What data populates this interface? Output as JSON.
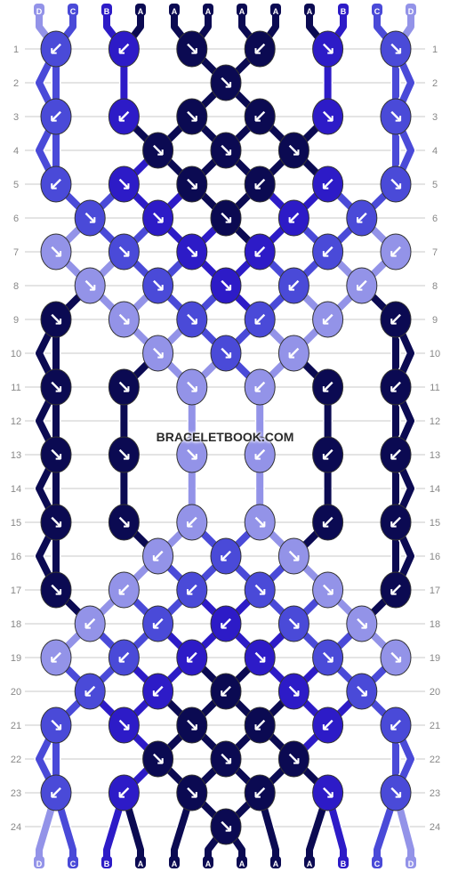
{
  "watermark": "BRACELETBOOK.COM",
  "strand_labels_top": [
    "D",
    "C",
    "B",
    "A",
    "A",
    "A",
    "A",
    "A",
    "A",
    "B",
    "C",
    "D"
  ],
  "strand_labels_bottom": [
    "D",
    "C",
    "B",
    "A",
    "A",
    "A",
    "A",
    "A",
    "A",
    "B",
    "C",
    "D"
  ],
  "row_numbers": [
    "1",
    "2",
    "3",
    "4",
    "5",
    "6",
    "7",
    "8",
    "9",
    "10",
    "11",
    "12",
    "13",
    "14",
    "15",
    "16",
    "17",
    "18",
    "19",
    "20",
    "21",
    "22",
    "23",
    "24"
  ],
  "colors": {
    "A": "#0b0a52",
    "B": "#2d1bc7",
    "C": "#4a4ad8",
    "D": "#9393e8",
    "gridline": "#c8c8c8",
    "row_number": "#888888"
  },
  "knots": [
    {
      "row": 1,
      "col": 0,
      "dir": "↙",
      "color": "C"
    },
    {
      "row": 1,
      "col": 2,
      "dir": "↙",
      "color": "B"
    },
    {
      "row": 1,
      "col": 4,
      "dir": "↘",
      "color": "A"
    },
    {
      "row": 1,
      "col": 6,
      "dir": "↙",
      "color": "A"
    },
    {
      "row": 1,
      "col": 8,
      "dir": "↘",
      "color": "B"
    },
    {
      "row": 1,
      "col": 10,
      "dir": "↘",
      "color": "C"
    },
    {
      "row": 2,
      "col": 5,
      "dir": "↘",
      "color": "A"
    },
    {
      "row": 3,
      "col": 0,
      "dir": "↙",
      "color": "C"
    },
    {
      "row": 3,
      "col": 2,
      "dir": "↙",
      "color": "B"
    },
    {
      "row": 3,
      "col": 4,
      "dir": "↘",
      "color": "A"
    },
    {
      "row": 3,
      "col": 6,
      "dir": "↙",
      "color": "A"
    },
    {
      "row": 3,
      "col": 8,
      "dir": "↘",
      "color": "B"
    },
    {
      "row": 3,
      "col": 10,
      "dir": "↘",
      "color": "C"
    },
    {
      "row": 4,
      "col": 3,
      "dir": "↘",
      "color": "A"
    },
    {
      "row": 4,
      "col": 5,
      "dir": "↘",
      "color": "A"
    },
    {
      "row": 4,
      "col": 7,
      "dir": "↘",
      "color": "A"
    },
    {
      "row": 5,
      "col": 0,
      "dir": "↙",
      "color": "C"
    },
    {
      "row": 5,
      "col": 2,
      "dir": "↘",
      "color": "B"
    },
    {
      "row": 5,
      "col": 4,
      "dir": "↘",
      "color": "A"
    },
    {
      "row": 5,
      "col": 6,
      "dir": "↙",
      "color": "A"
    },
    {
      "row": 5,
      "col": 8,
      "dir": "↙",
      "color": "B"
    },
    {
      "row": 5,
      "col": 10,
      "dir": "↘",
      "color": "C"
    },
    {
      "row": 6,
      "col": 1,
      "dir": "↘",
      "color": "C"
    },
    {
      "row": 6,
      "col": 3,
      "dir": "↘",
      "color": "B"
    },
    {
      "row": 6,
      "col": 5,
      "dir": "↘",
      "color": "A"
    },
    {
      "row": 6,
      "col": 7,
      "dir": "↙",
      "color": "B"
    },
    {
      "row": 6,
      "col": 9,
      "dir": "↙",
      "color": "C"
    },
    {
      "row": 7,
      "col": 0,
      "dir": "↘",
      "color": "D"
    },
    {
      "row": 7,
      "col": 2,
      "dir": "↘",
      "color": "C"
    },
    {
      "row": 7,
      "col": 4,
      "dir": "↘",
      "color": "B"
    },
    {
      "row": 7,
      "col": 6,
      "dir": "↙",
      "color": "B"
    },
    {
      "row": 7,
      "col": 8,
      "dir": "↙",
      "color": "C"
    },
    {
      "row": 7,
      "col": 10,
      "dir": "↙",
      "color": "D"
    },
    {
      "row": 8,
      "col": 1,
      "dir": "↘",
      "color": "D"
    },
    {
      "row": 8,
      "col": 3,
      "dir": "↘",
      "color": "C"
    },
    {
      "row": 8,
      "col": 5,
      "dir": "↘",
      "color": "B"
    },
    {
      "row": 8,
      "col": 7,
      "dir": "↙",
      "color": "C"
    },
    {
      "row": 8,
      "col": 9,
      "dir": "↙",
      "color": "D"
    },
    {
      "row": 9,
      "col": 0,
      "dir": "↘",
      "color": "A"
    },
    {
      "row": 9,
      "col": 2,
      "dir": "↘",
      "color": "D"
    },
    {
      "row": 9,
      "col": 4,
      "dir": "↘",
      "color": "C"
    },
    {
      "row": 9,
      "col": 6,
      "dir": "↙",
      "color": "C"
    },
    {
      "row": 9,
      "col": 8,
      "dir": "↙",
      "color": "D"
    },
    {
      "row": 9,
      "col": 10,
      "dir": "↙",
      "color": "A"
    },
    {
      "row": 10,
      "col": 3,
      "dir": "↘",
      "color": "D"
    },
    {
      "row": 10,
      "col": 5,
      "dir": "↘",
      "color": "C"
    },
    {
      "row": 10,
      "col": 7,
      "dir": "↙",
      "color": "D"
    },
    {
      "row": 11,
      "col": 0,
      "dir": "↘",
      "color": "A"
    },
    {
      "row": 11,
      "col": 2,
      "dir": "↘",
      "color": "A"
    },
    {
      "row": 11,
      "col": 4,
      "dir": "↘",
      "color": "D"
    },
    {
      "row": 11,
      "col": 6,
      "dir": "↙",
      "color": "D"
    },
    {
      "row": 11,
      "col": 8,
      "dir": "↙",
      "color": "A"
    },
    {
      "row": 11,
      "col": 10,
      "dir": "↙",
      "color": "A"
    },
    {
      "row": 13,
      "col": 0,
      "dir": "↘",
      "color": "A"
    },
    {
      "row": 13,
      "col": 2,
      "dir": "↘",
      "color": "A"
    },
    {
      "row": 13,
      "col": 4,
      "dir": "↘",
      "color": "D"
    },
    {
      "row": 13,
      "col": 6,
      "dir": "↙",
      "color": "D"
    },
    {
      "row": 13,
      "col": 8,
      "dir": "↙",
      "color": "A"
    },
    {
      "row": 13,
      "col": 10,
      "dir": "↙",
      "color": "A"
    },
    {
      "row": 15,
      "col": 0,
      "dir": "↘",
      "color": "A"
    },
    {
      "row": 15,
      "col": 2,
      "dir": "↘",
      "color": "A"
    },
    {
      "row": 15,
      "col": 4,
      "dir": "↙",
      "color": "D"
    },
    {
      "row": 15,
      "col": 6,
      "dir": "↘",
      "color": "D"
    },
    {
      "row": 15,
      "col": 8,
      "dir": "↙",
      "color": "A"
    },
    {
      "row": 15,
      "col": 10,
      "dir": "↙",
      "color": "A"
    },
    {
      "row": 16,
      "col": 3,
      "dir": "↙",
      "color": "D"
    },
    {
      "row": 16,
      "col": 5,
      "dir": "↙",
      "color": "C"
    },
    {
      "row": 16,
      "col": 7,
      "dir": "↘",
      "color": "D"
    },
    {
      "row": 17,
      "col": 0,
      "dir": "↘",
      "color": "A"
    },
    {
      "row": 17,
      "col": 2,
      "dir": "↙",
      "color": "D"
    },
    {
      "row": 17,
      "col": 4,
      "dir": "↙",
      "color": "C"
    },
    {
      "row": 17,
      "col": 6,
      "dir": "↘",
      "color": "C"
    },
    {
      "row": 17,
      "col": 8,
      "dir": "↘",
      "color": "D"
    },
    {
      "row": 17,
      "col": 10,
      "dir": "↙",
      "color": "A"
    },
    {
      "row": 18,
      "col": 1,
      "dir": "↙",
      "color": "D"
    },
    {
      "row": 18,
      "col": 3,
      "dir": "↙",
      "color": "C"
    },
    {
      "row": 18,
      "col": 5,
      "dir": "↙",
      "color": "B"
    },
    {
      "row": 18,
      "col": 7,
      "dir": "↘",
      "color": "C"
    },
    {
      "row": 18,
      "col": 9,
      "dir": "↘",
      "color": "D"
    },
    {
      "row": 19,
      "col": 0,
      "dir": "↙",
      "color": "D"
    },
    {
      "row": 19,
      "col": 2,
      "dir": "↙",
      "color": "C"
    },
    {
      "row": 19,
      "col": 4,
      "dir": "↙",
      "color": "B"
    },
    {
      "row": 19,
      "col": 6,
      "dir": "↘",
      "color": "B"
    },
    {
      "row": 19,
      "col": 8,
      "dir": "↘",
      "color": "C"
    },
    {
      "row": 19,
      "col": 10,
      "dir": "↘",
      "color": "D"
    },
    {
      "row": 20,
      "col": 1,
      "dir": "↙",
      "color": "C"
    },
    {
      "row": 20,
      "col": 3,
      "dir": "↙",
      "color": "B"
    },
    {
      "row": 20,
      "col": 5,
      "dir": "↙",
      "color": "A"
    },
    {
      "row": 20,
      "col": 7,
      "dir": "↘",
      "color": "B"
    },
    {
      "row": 20,
      "col": 9,
      "dir": "↘",
      "color": "C"
    },
    {
      "row": 21,
      "col": 0,
      "dir": "↘",
      "color": "C"
    },
    {
      "row": 21,
      "col": 2,
      "dir": "↘",
      "color": "B"
    },
    {
      "row": 21,
      "col": 4,
      "dir": "↘",
      "color": "A"
    },
    {
      "row": 21,
      "col": 6,
      "dir": "↙",
      "color": "A"
    },
    {
      "row": 21,
      "col": 8,
      "dir": "↙",
      "color": "B"
    },
    {
      "row": 21,
      "col": 10,
      "dir": "↙",
      "color": "C"
    },
    {
      "row": 22,
      "col": 3,
      "dir": "↘",
      "color": "A"
    },
    {
      "row": 22,
      "col": 5,
      "dir": "↘",
      "color": "A"
    },
    {
      "row": 22,
      "col": 7,
      "dir": "↘",
      "color": "A"
    },
    {
      "row": 23,
      "col": 0,
      "dir": "↙",
      "color": "C"
    },
    {
      "row": 23,
      "col": 2,
      "dir": "↙",
      "color": "B"
    },
    {
      "row": 23,
      "col": 4,
      "dir": "↘",
      "color": "A"
    },
    {
      "row": 23,
      "col": 6,
      "dir": "↙",
      "color": "A"
    },
    {
      "row": 23,
      "col": 8,
      "dir": "↘",
      "color": "B"
    },
    {
      "row": 23,
      "col": 10,
      "dir": "↘",
      "color": "C"
    },
    {
      "row": 24,
      "col": 5,
      "dir": "↘",
      "color": "A"
    }
  ]
}
